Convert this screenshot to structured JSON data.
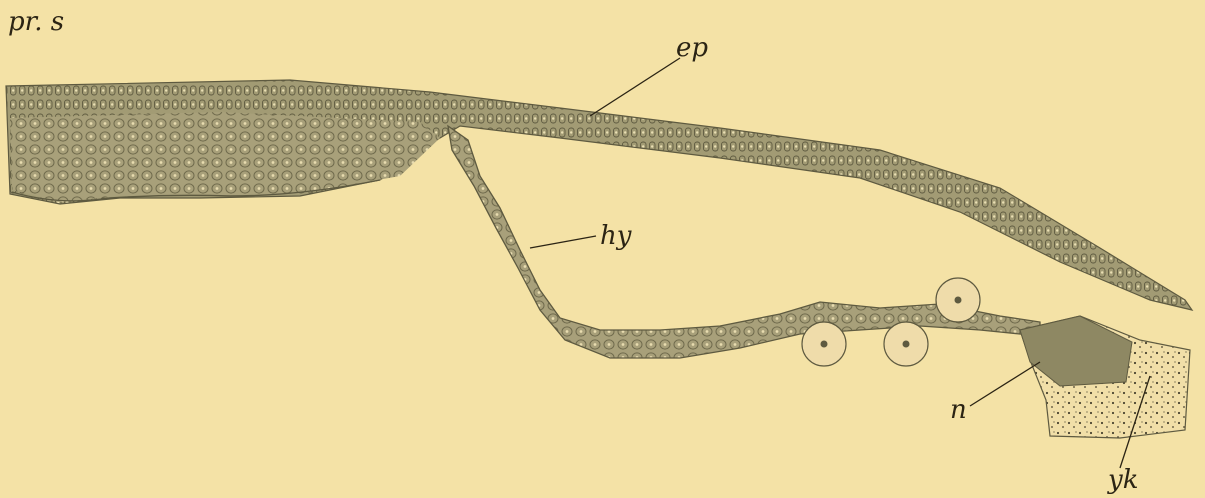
{
  "figure": {
    "background": "#f4e2a6",
    "tissue_fill": "#a8a07a",
    "tissue_dark": "#8e8863",
    "ink": "#2b2414",
    "labels": {
      "primitive_streak": "pr. s",
      "ep": "ep",
      "hy": "hy",
      "n": "n",
      "yk": "yk"
    }
  }
}
